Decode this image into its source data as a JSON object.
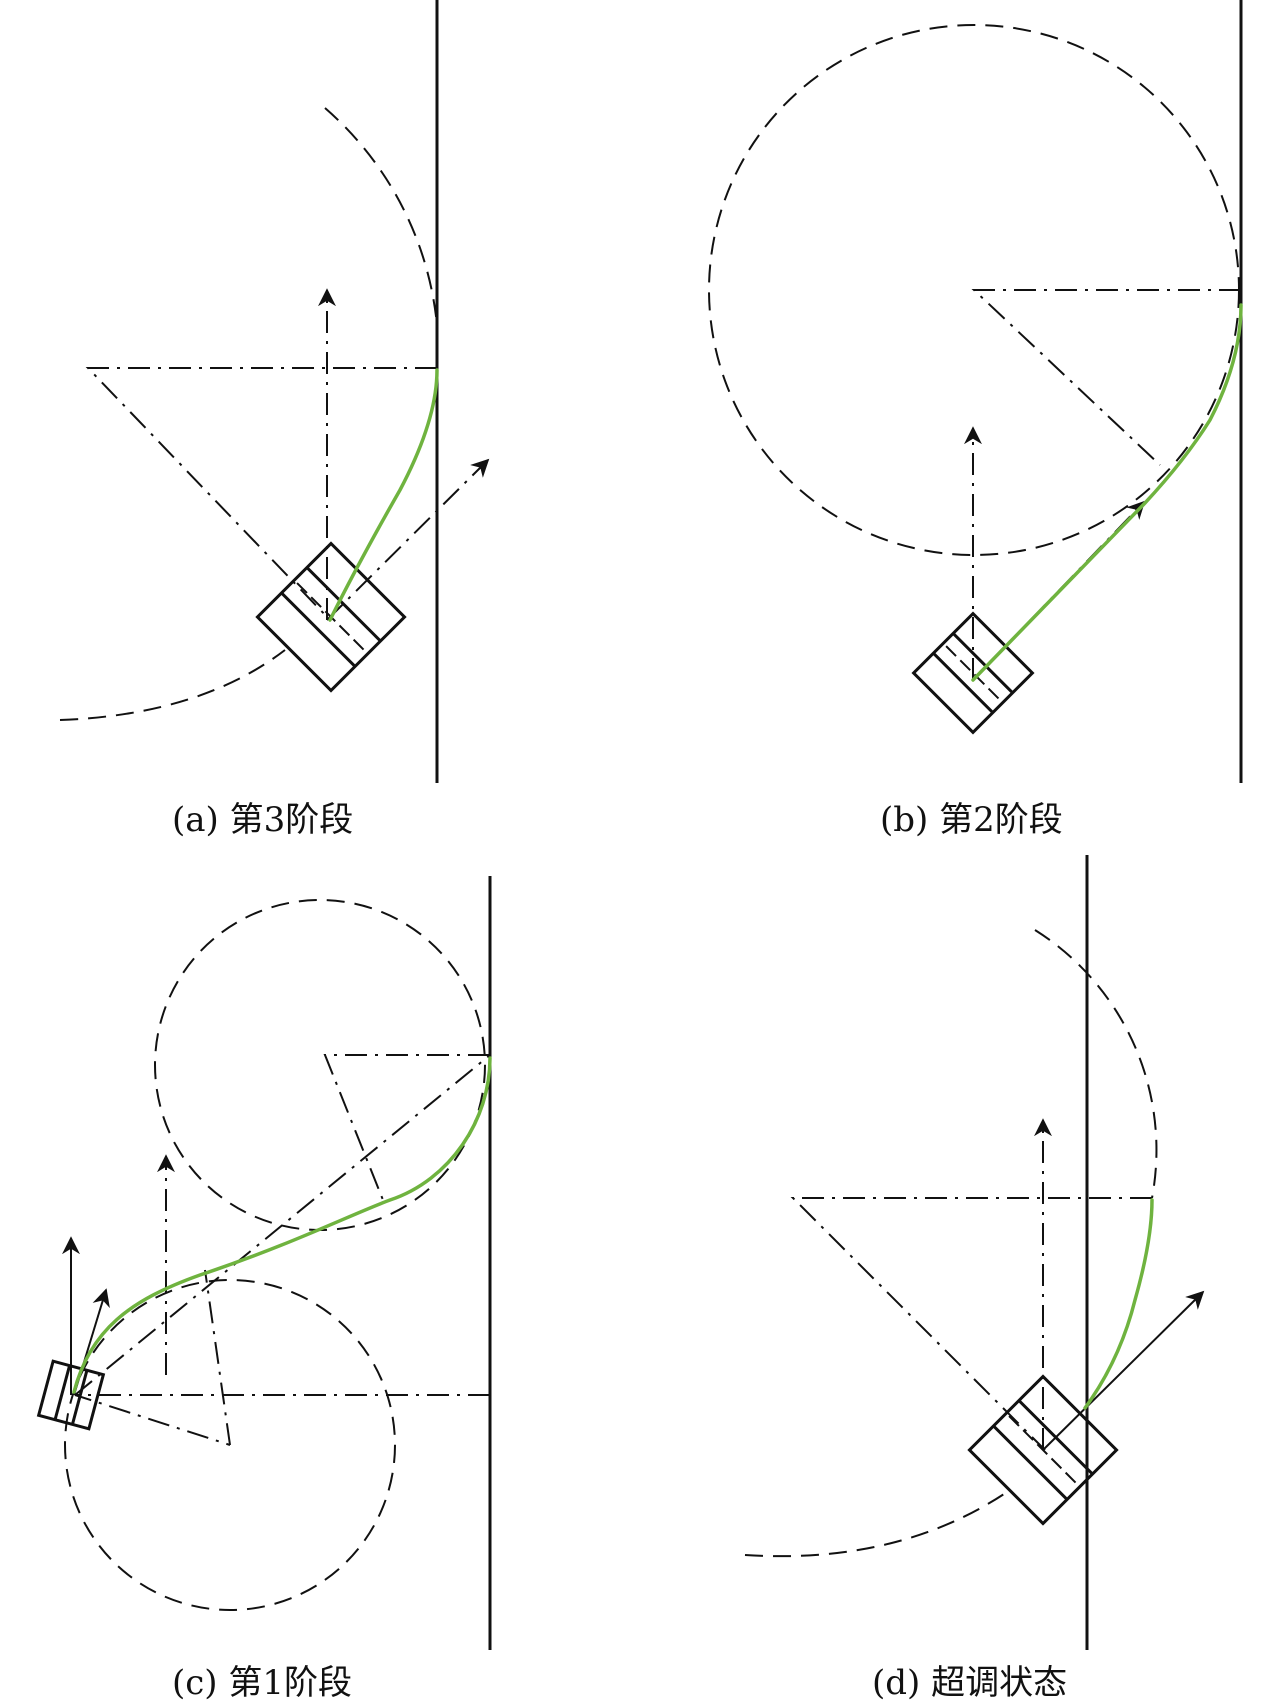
{
  "panels": [
    {
      "id": "a",
      "caption": "(a) 第3阶段"
    },
    {
      "id": "b",
      "caption": "(b) 第2阶段"
    },
    {
      "id": "c",
      "caption": "(c) 第1阶段"
    },
    {
      "id": "d",
      "caption": "(d) 超调状态"
    }
  ],
  "colors": {
    "line": "#111111",
    "path": "#6fb33f",
    "background": "#ffffff"
  }
}
